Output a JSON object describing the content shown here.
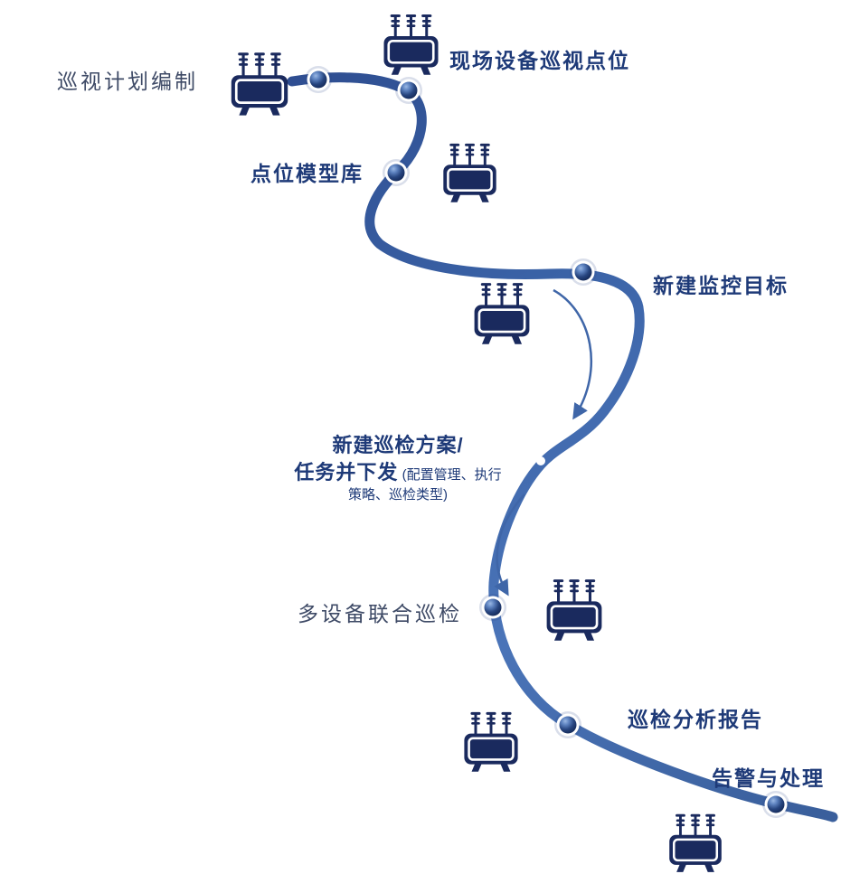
{
  "diagram": {
    "title_hint": "inspection-workflow-s-curve",
    "labels": {
      "plan": "巡视计划编制",
      "site_points": "现场设备巡视点位",
      "model_lib": "点位模型库",
      "monitor_target": "新建监控目标",
      "scheme_line1": "新建巡检方案/",
      "scheme_line2_main": "任务并下发",
      "scheme_line2_note": " (配置管理、执行",
      "scheme_line3_note": "策略、巡检类型)",
      "joint_inspection": "多设备联合巡检",
      "report": "巡检分析报告",
      "alarm": "告警与处理"
    },
    "colors": {
      "background": "#ffffff",
      "path_gradient_start": "#2e4d90",
      "path_gradient_mid": "#4a74b8",
      "path_gradient_end": "#3a5f9c",
      "icon_navy": "#1a2a5e",
      "node_dark": "#122653",
      "node_light": "#9ab8e4",
      "label_bold": "#1e3a78",
      "label_serif": "#3e4a66",
      "arrow": "#3f66a8"
    }
  }
}
